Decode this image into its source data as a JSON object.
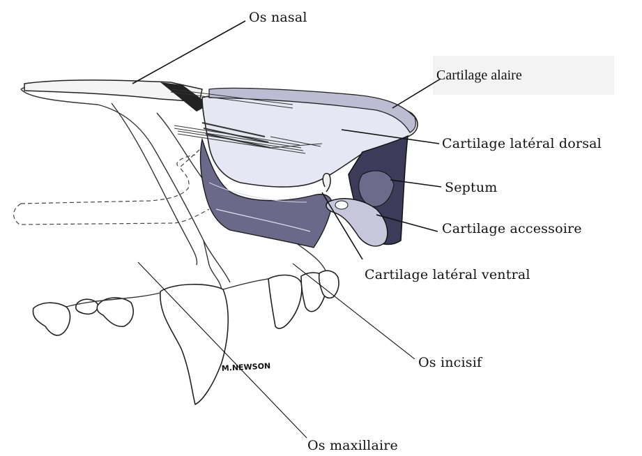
{
  "labels": {
    "os_nasal": "Os nasal",
    "cartilage_alaire": "Cartilage alaire",
    "cartilage_lateral_dorsal": "Cartilage latéral dorsal",
    "septum": "Septum",
    "cartilage_accessoire": "Cartilage accessoire",
    "cartilage_lateral_ventral": "Cartilage latéral ventral",
    "os_incisif": "Os incisif",
    "os_maxillaire": "Os maxillaire"
  },
  "signature": "M.NEWSON",
  "colors": {
    "cartilage_fill": "#e7e7f3",
    "cartilage_shade": "#565377",
    "outline": "#1a1a1a"
  }
}
